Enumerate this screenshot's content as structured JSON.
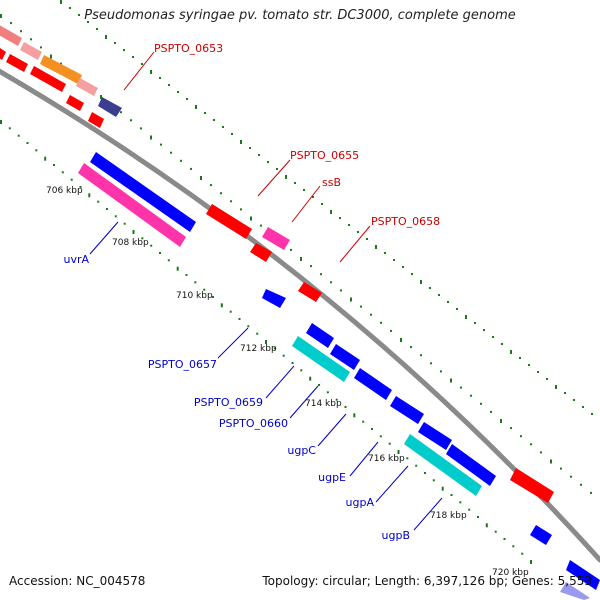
{
  "title": "Pseudomonas syringae pv. tomato str. DC3000, complete genome",
  "footer": {
    "accession": "Accession: NC_004578",
    "topology": "Topology: circular; Length: 6,397,126 bp; Genes: 5,553"
  },
  "kbp_ticks": [
    "706 kbp",
    "708 kbp",
    "710 kbp",
    "712 kbp",
    "714 kbp",
    "716 kbp",
    "718 kbp",
    "720 kbp"
  ],
  "gene_labels": {
    "forward": [
      "PSPTO_0653",
      "PSPTO_0655",
      "ssB",
      "PSPTO_0658"
    ],
    "reverse": [
      "uvrA",
      "PSPTO_0657",
      "PSPTO_0659",
      "PSPTO_0660",
      "ugpC",
      "ugpE",
      "ugpA",
      "ugpB"
    ]
  },
  "colors": {
    "forward_label": "#cc0000",
    "reverse_label": "#0000cc",
    "backbone": "#7f7f7f",
    "tick_dots": "#1a7a1a"
  }
}
